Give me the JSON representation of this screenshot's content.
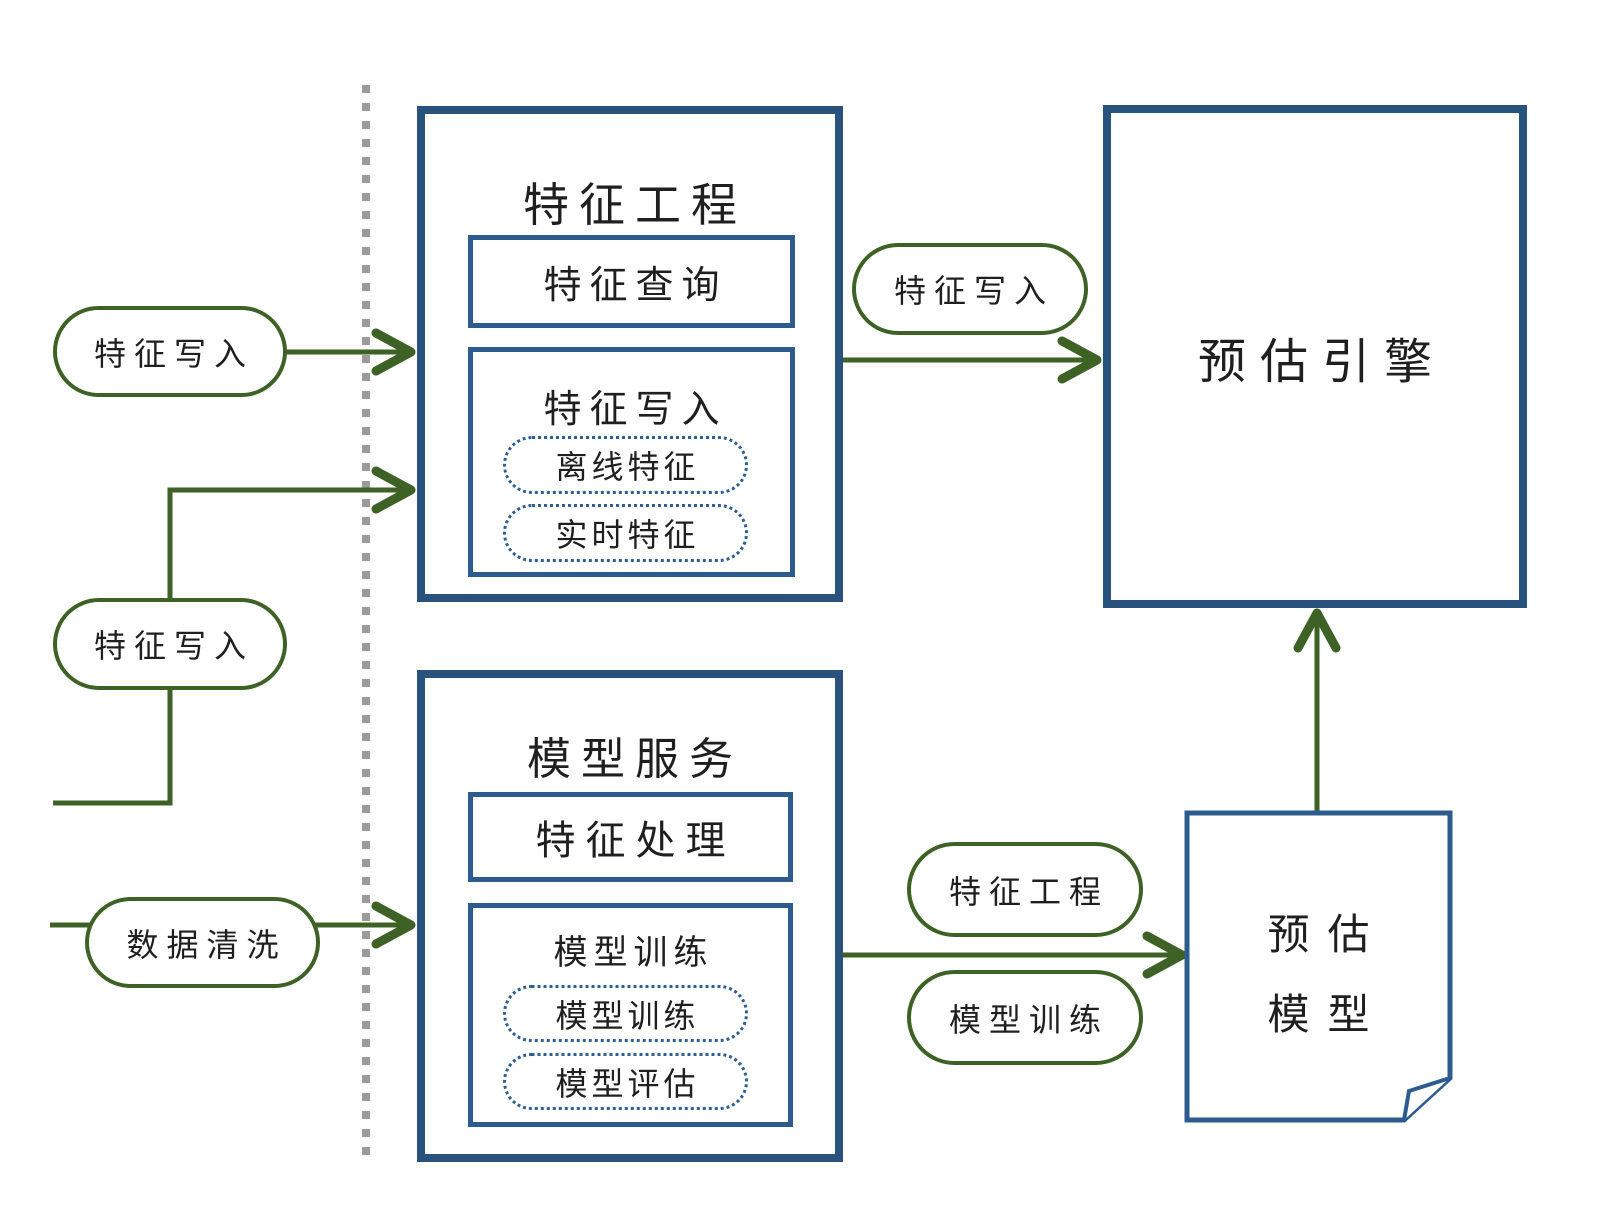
{
  "colors": {
    "outer_box_border": "#29527c",
    "inner_box_border": "#2d5b8d",
    "dotted_pill_border": "#2d5f95",
    "connector_green": "#3e6126",
    "separator_gray": "#9b9b9b",
    "text": "#1f1f1f",
    "background": "#ffffff"
  },
  "source_labels": {
    "feature_write_1": "特征写入",
    "feature_write_2": "特征写入",
    "data_cleaning": "数据清洗"
  },
  "feature_engineering": {
    "title": "特征工程",
    "feature_query": "特征查询",
    "feature_write": {
      "title": "特征写入",
      "items": [
        "离线特征",
        "实时特征"
      ]
    }
  },
  "model_service": {
    "title": "模型服务",
    "feature_processing": "特征处理",
    "model_training": {
      "title": "模型训练",
      "items": [
        "模型训练",
        "模型评估"
      ]
    }
  },
  "prediction_engine": {
    "title": "预估引擎"
  },
  "prediction_model": {
    "line1": "预估",
    "line2": "模型"
  },
  "edge_labels": {
    "to_engine": "特征写入",
    "to_model_top": "特征工程",
    "to_model_bottom": "模型训练"
  }
}
